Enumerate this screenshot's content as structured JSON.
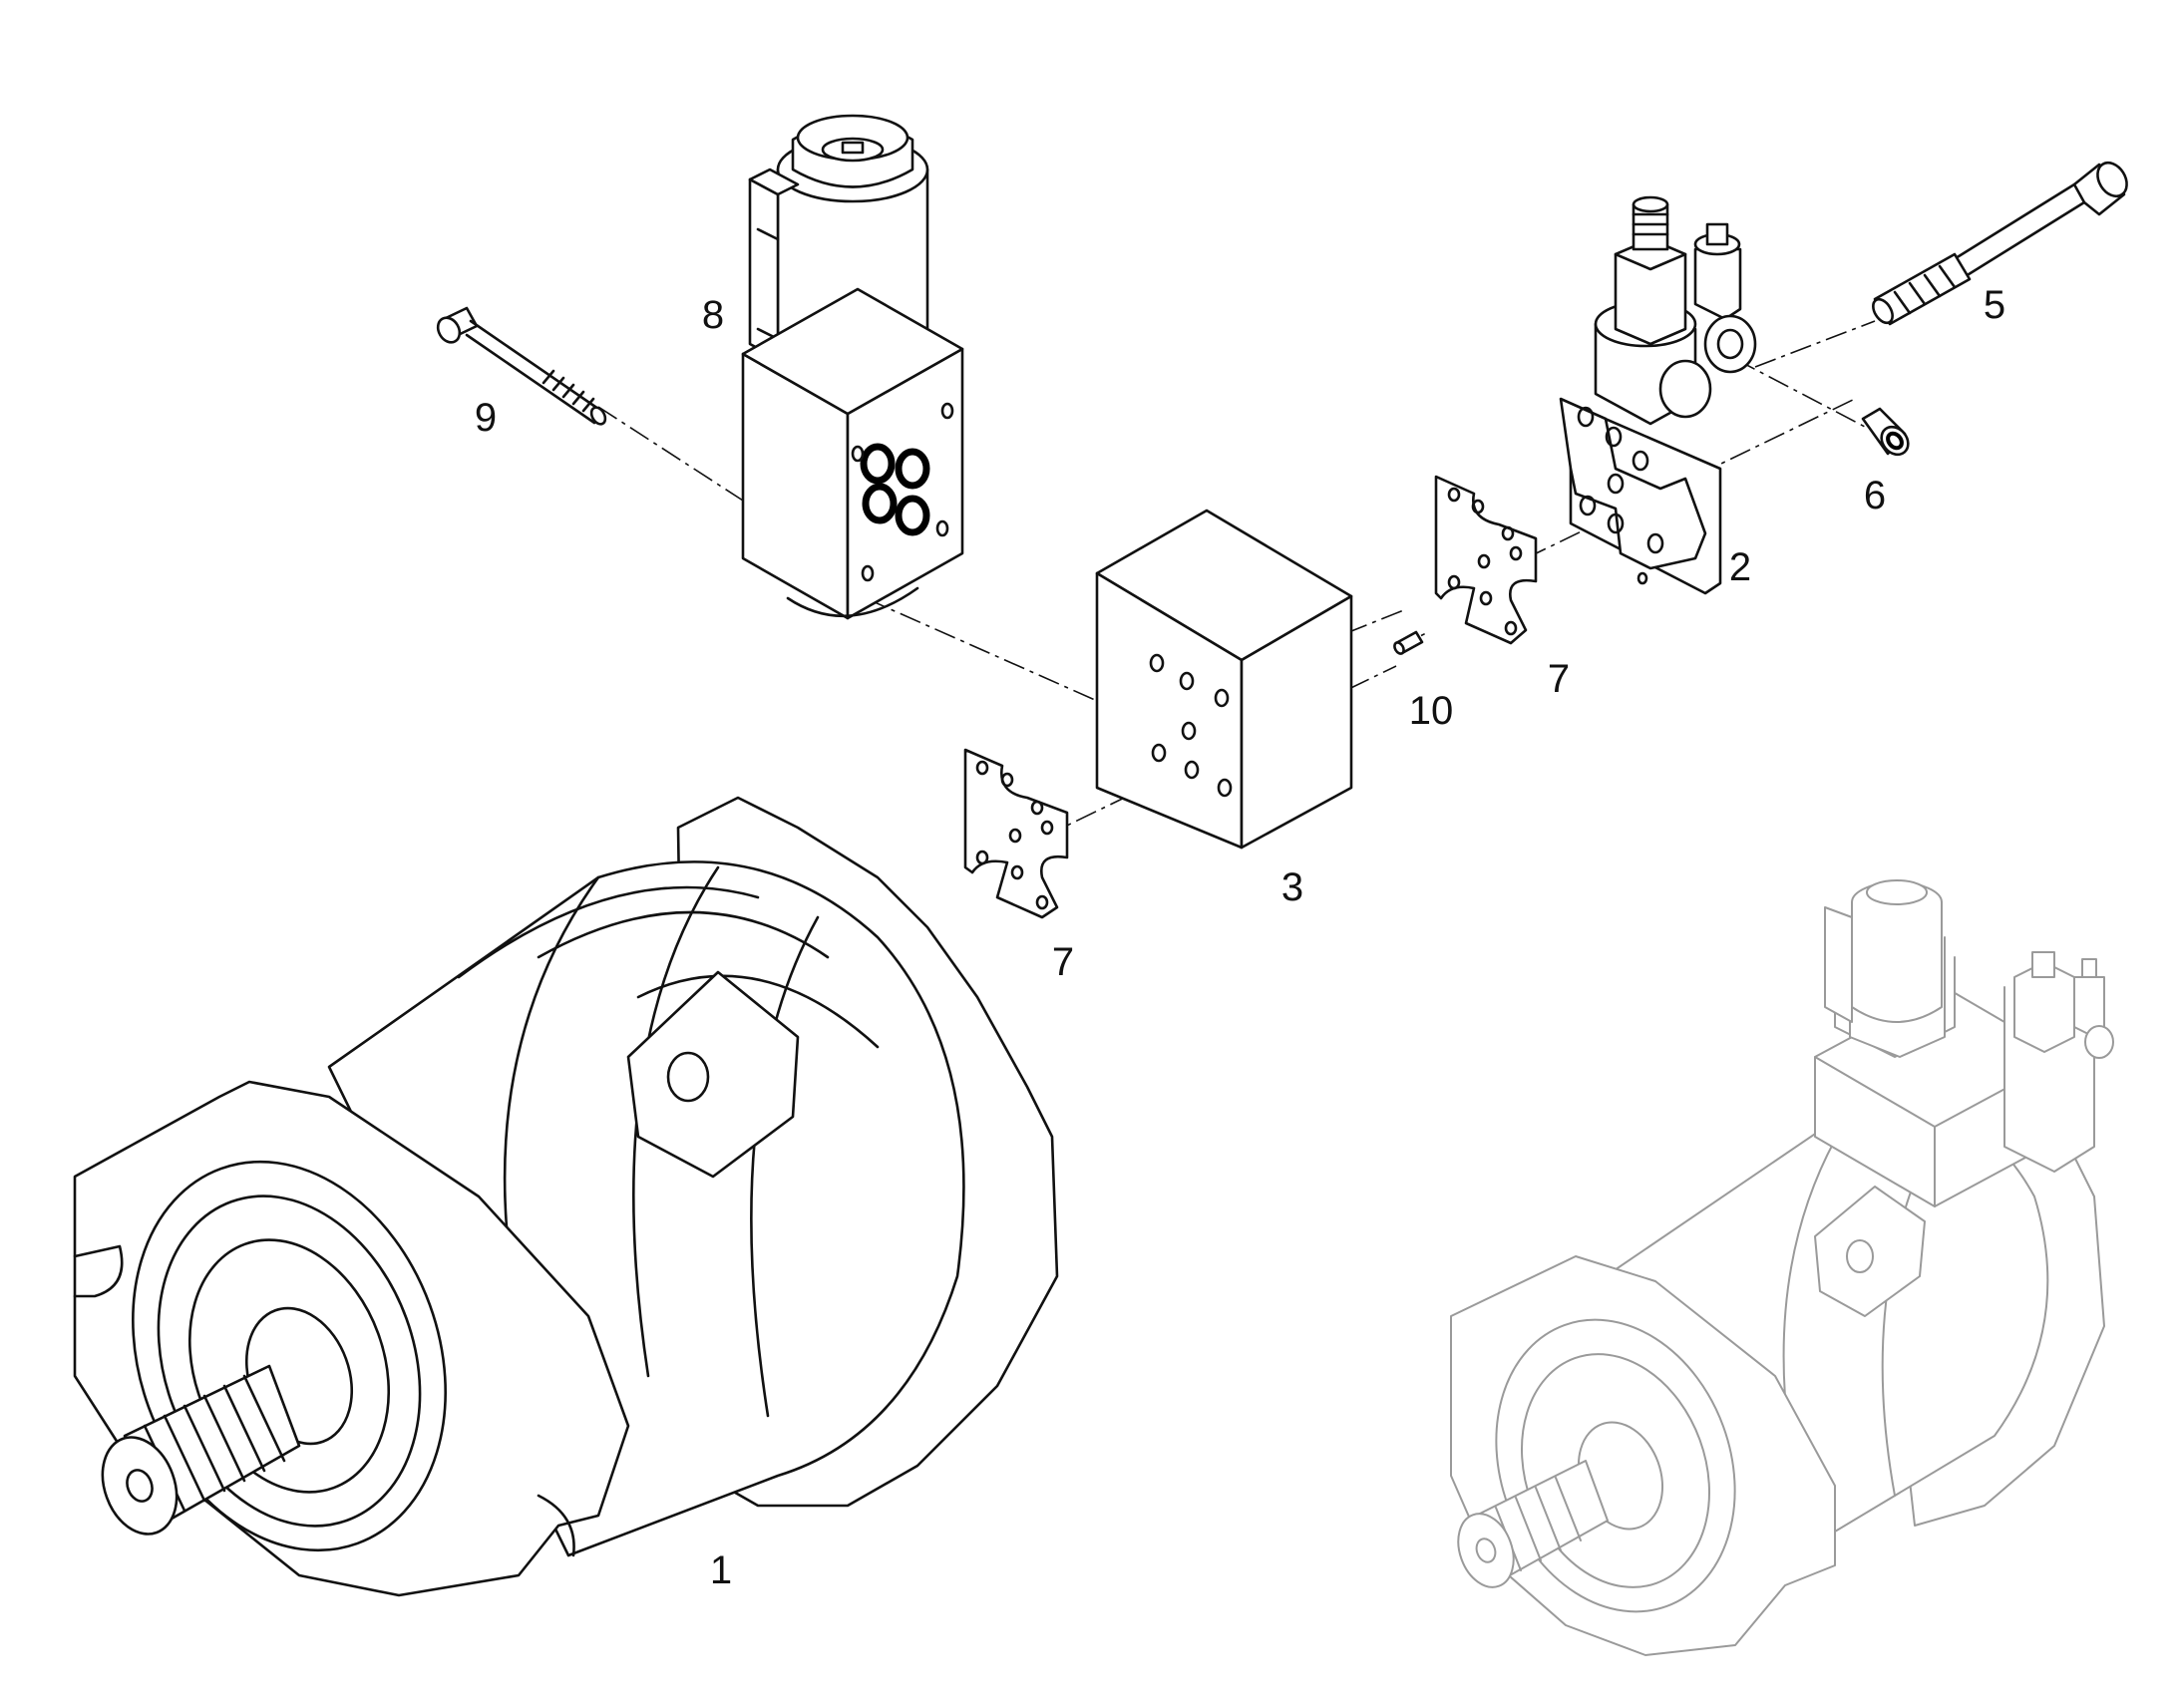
{
  "callouts": [
    {
      "id": "callout-1",
      "text": "1"
    },
    {
      "id": "callout-2",
      "text": "2"
    },
    {
      "id": "callout-3",
      "text": "3"
    },
    {
      "id": "callout-5",
      "text": "5"
    },
    {
      "id": "callout-6",
      "text": "6"
    },
    {
      "id": "callout-7a",
      "text": "7"
    },
    {
      "id": "callout-7b",
      "text": "7"
    },
    {
      "id": "callout-8",
      "text": "8"
    },
    {
      "id": "callout-9",
      "text": "9"
    },
    {
      "id": "callout-10",
      "text": "10"
    }
  ]
}
